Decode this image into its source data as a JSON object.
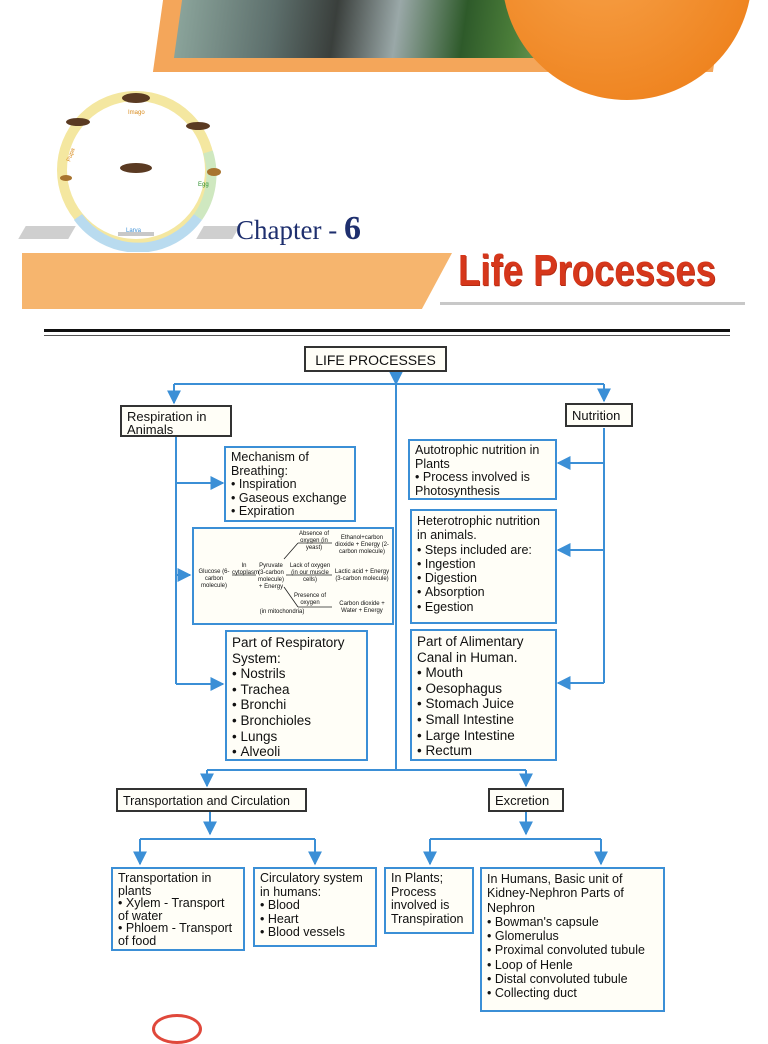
{
  "header": {
    "chapter_label": "Chapter -",
    "chapter_number": "6",
    "title": "Life Processes"
  },
  "life_cycle_labels": [
    "Imago",
    "Pupa",
    "Larva",
    "Egg"
  ],
  "diagram": {
    "root": "LIFE PROCESSES",
    "respiration": {
      "label": "Respiration in Animals",
      "breathing": {
        "title": "Mechanism of Breathing:",
        "items": [
          "Inspiration",
          "Gaseous exchange",
          "Expiration"
        ]
      },
      "pathway": {
        "glucose": "Glucose (6-carbon molecule)",
        "in_cytoplasm": "In cytoplasm",
        "pyruvate": "Pyruvate (3-carbon molecule) + Energy",
        "absence": "Absence of oxygen (in yeast)",
        "lack": "Lack of oxygen (in our muscle cells)",
        "presence": "Presence of oxygen",
        "mitochondria": "(in mitochondria)",
        "ethanol": "Ethanol+carbon dioxide + Energy (2-carbon molecule)",
        "lactic": "Lactic acid + Energy (3-carbon molecule)",
        "co2": "Carbon dioxide + Water + Energy"
      },
      "system": {
        "title": "Part of Respiratory System:",
        "items": [
          "Nostrils",
          "Trachea",
          "Bronchi",
          "Bronchioles",
          "Lungs",
          "Alveoli"
        ]
      }
    },
    "nutrition": {
      "label": "Nutrition",
      "autotrophic": {
        "title": "Autotrophic nutrition in Plants",
        "items": [
          "Process involved is Photosynthesis"
        ]
      },
      "heterotrophic": {
        "title": "Heterotrophic nutrition in animals.",
        "items": [
          "Steps included are:",
          "Ingestion",
          "Digestion",
          "Absorption",
          "Egestion"
        ]
      },
      "canal": {
        "title": "Part of Alimentary Canal in Human.",
        "items": [
          "Mouth",
          "Oesophagus",
          "Stomach Juice",
          "Small Intestine",
          "Large Intestine",
          "Rectum"
        ]
      }
    },
    "transport": {
      "label": "Transportation and Circulation",
      "plants": {
        "title": "Transportation in plants",
        "items": [
          "Xylem - Transport of water",
          "Phloem - Transport of food"
        ]
      },
      "humans": {
        "title": "Circulatory system in humans:",
        "items": [
          "Blood",
          "Heart",
          "Blood vessels"
        ]
      }
    },
    "excretion": {
      "label": "Excretion",
      "plants": "In Plants; Process involved is Transpiration",
      "humans": {
        "title": "In Humans, Basic unit of Kidney-Nephron Parts of Nephron",
        "items": [
          "Bowman's capsule",
          "Glomerulus",
          "Proximal convoluted tubule",
          "Loop of Henle",
          "Distal convoluted tubule",
          "Collecting duct"
        ]
      }
    }
  },
  "colors": {
    "banner_orange": "#f4a65a",
    "circle_orange": "#f08a1c",
    "title_red": "#d6371b",
    "chapter_navy": "#1e2f6e",
    "connector_blue": "#3b8fd6"
  }
}
